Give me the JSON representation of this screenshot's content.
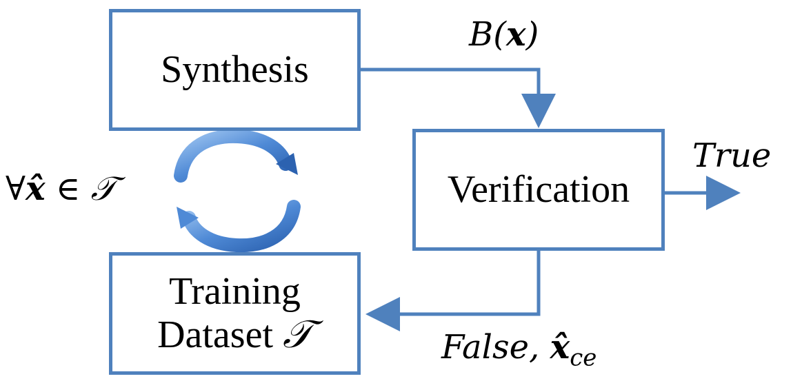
{
  "diagram": {
    "boxes": {
      "synthesis": {
        "label": "Synthesis"
      },
      "verification": {
        "label": "Verification"
      },
      "training": {
        "line1": "Training",
        "line2_text": "Dataset ",
        "line2_symbol": "𝒯"
      }
    },
    "edges": {
      "synthesis_to_verification": {
        "label_prefix": "B(",
        "label_var": "x",
        "label_suffix": ")"
      },
      "verification_out": {
        "label": "True"
      },
      "verification_to_training": {
        "label_text": "False, ",
        "label_var": "x̂",
        "label_sub": "ce"
      }
    },
    "loop": {
      "label_forall": "∀",
      "label_var": "x̂",
      "label_rest": " ∈ 𝒯"
    },
    "colors": {
      "box_border": "#4f81bd",
      "arrow": "#4f81bd",
      "loop_arrow": "#5b8fd6"
    }
  }
}
